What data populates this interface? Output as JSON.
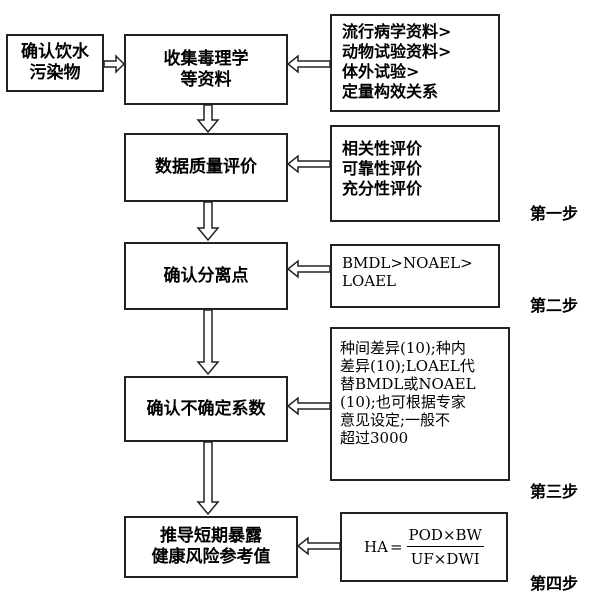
{
  "input_box": [
    "确认饮水",
    "污染物"
  ],
  "steps": [
    {
      "main": [
        "收集毒理学",
        "等资料"
      ],
      "side": [
        "流行病学资料>",
        "动物试验资料>",
        "体外试验>",
        "定量构效关系"
      ],
      "label": ""
    },
    {
      "main": [
        "数据质量评价"
      ],
      "side": [
        "相关性评价",
        "可靠性评价",
        "充分性评价"
      ],
      "label": "第一步"
    },
    {
      "main": [
        "确认分离点"
      ],
      "side": [
        "BMDL>NOAEL>",
        "LOAEL"
      ],
      "label": "第二步"
    },
    {
      "main": [
        "确认不确定系数"
      ],
      "side": [
        "种间差异(10);种内",
        "差异(10);LOAEL代",
        "替BMDL或NOAEL",
        "(10);也可根据专家",
        "意见设定;一般不",
        "超过3000"
      ],
      "label": "第三步"
    },
    {
      "main": [
        "推导短期暴露",
        "健康风险参考值"
      ],
      "formula": {
        "lhs": "HA",
        "eq": "=",
        "numerator": "POD×BW",
        "denominator": "UF×DWI"
      },
      "label": "第四步"
    }
  ]
}
